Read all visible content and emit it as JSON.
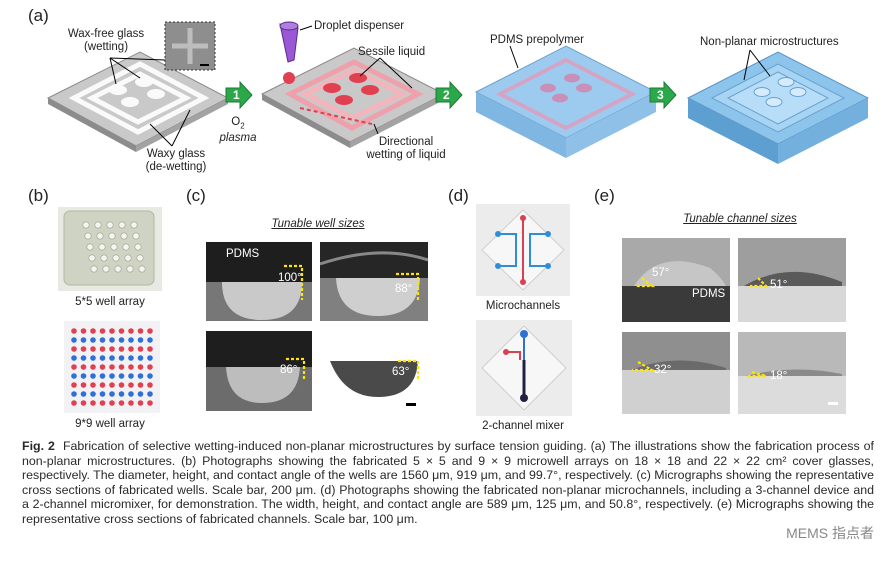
{
  "panels": {
    "a": {
      "label": "(a)",
      "wax_free": "Wax-free glass\n(wetting)",
      "waxy": "Waxy glass\n(de-wetting)",
      "droplet_dispenser": "Droplet dispenser",
      "sessile_liquid": "Sessile liquid",
      "directional": "Directional\nwetting of liquid",
      "o2": "O",
      "o2_sub": "2",
      "plasma": "plasma",
      "pdms_prepolymer": "PDMS prepolymer",
      "nonplanar": "Non-planar microstructures",
      "steps": [
        "1",
        "2",
        "3"
      ]
    },
    "b": {
      "label": "(b)",
      "caption1": "5*5 well array",
      "caption2": "9*9 well array"
    },
    "c": {
      "label": "(c)",
      "title": "Tunable well sizes",
      "pdms": "PDMS",
      "angles": [
        "100°",
        "88°",
        "86°",
        "63°"
      ]
    },
    "d": {
      "label": "(d)",
      "caption1": "Microchannels",
      "caption2": "2-channel mixer"
    },
    "e": {
      "label": "(e)",
      "title": "Tunable channel sizes",
      "pdms": "PDMS",
      "angles": [
        "57°",
        "51°",
        "32°",
        "18°"
      ]
    }
  },
  "caption": {
    "fig": "Fig. 2",
    "text": "Fabrication of selective wetting-induced non-planar microstructures by surface tension guiding. (a) The illustrations show the fabrication process of non-planar microstructures. (b) Photographs showing the fabricated 5 × 5 and 9 × 9 microwell arrays on 18 × 18 and 22 × 22 cm² cover glasses, respectively. The diameter, height, and contact angle of the wells are 1560 μm, 919 μm, and 99.7°, respectively. (c) Micrographs showing the representative cross sections of fabricated wells. Scale bar, 200 μm. (d) Photographs showing the fabricated non-planar microchannels, including a 3-channel device and a 2-channel micromixer, for demonstration. The width, height, and contact angle are 589 μm, 125 μm, and 50.8°, respectively. (e) Micrographs showing the representative cross sections of fabricated channels. Scale bar, 100 μm."
  },
  "watermark": "MEMS 指点者",
  "colors": {
    "arrow_green": "#2aa84a",
    "pdms_blue": "#8cc4ec",
    "liquid_red": "#e04050",
    "glass_grey": "#9a9a9a"
  }
}
